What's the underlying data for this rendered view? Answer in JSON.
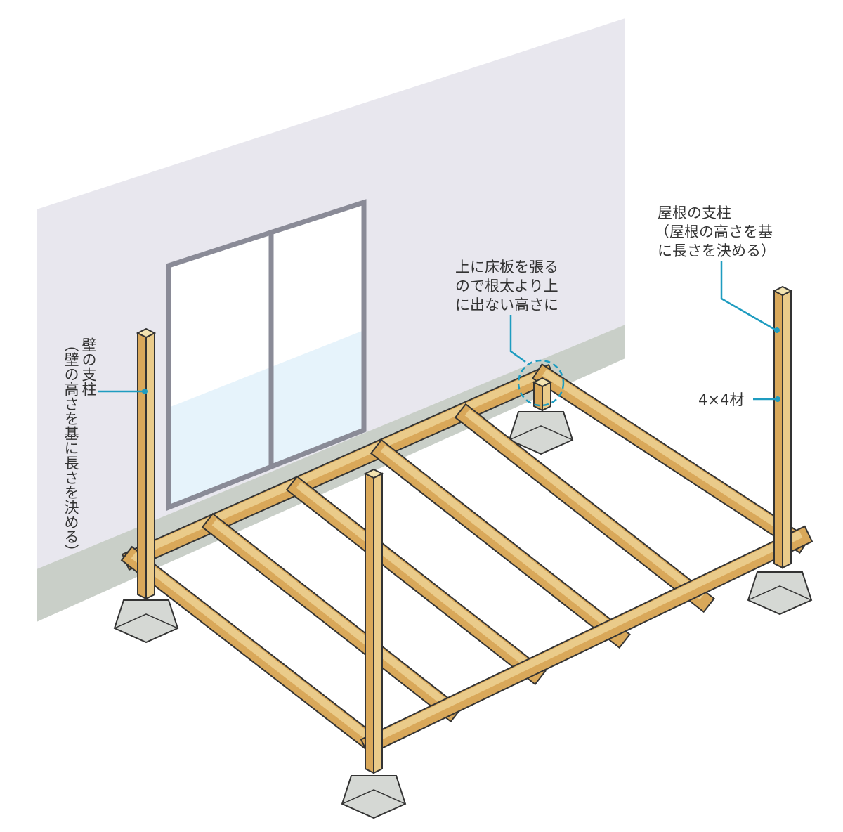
{
  "labels": {
    "wall_post": {
      "title": "壁の支柱",
      "note": "（壁の高さを基に長さを決める）"
    },
    "roof_post": {
      "line1": "屋根の支柱",
      "line2": "（屋根の高さを基",
      "line3": "に長さを決める）"
    },
    "short_post": {
      "line1": "上に床板を張る",
      "line2": "ので根太より上",
      "line3": "に出ない高さに"
    },
    "lumber": "4×4材"
  },
  "colors": {
    "wall": "#e8e7ee",
    "wall_base": "#c9cfc8",
    "wood": "#eacb8a",
    "wood_dark": "#d9a85a",
    "leader": "#1e9cc0",
    "footing": "#d5d8d4",
    "window_frame": "#8a8b97",
    "glass": "#e6f3fb"
  }
}
